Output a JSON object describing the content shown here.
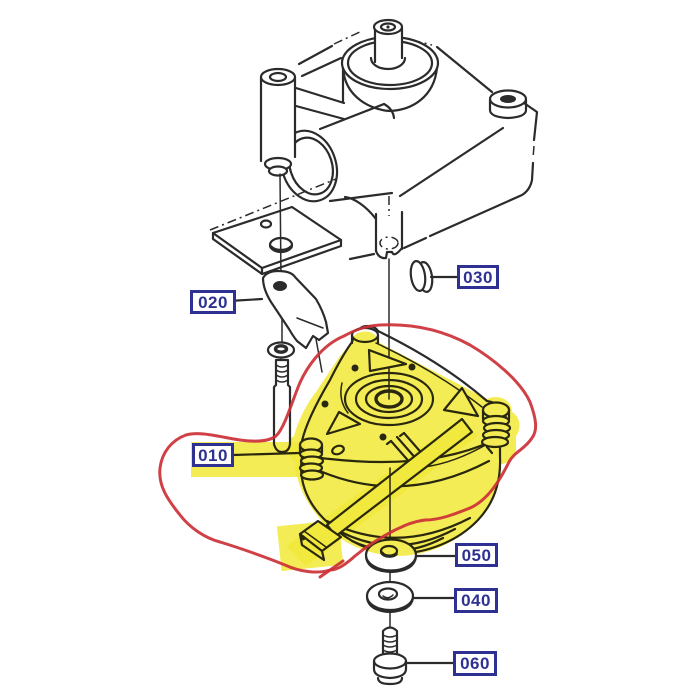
{
  "diagram": {
    "type": "exploded-parts-diagram",
    "subject": "gear-case and electromagnetic clutch exploded view",
    "labels": [
      {
        "id": "010",
        "text": "010",
        "part": "clutch-assembly",
        "highlighted": true
      },
      {
        "id": "020",
        "text": "020",
        "part": "bracket",
        "highlighted": false
      },
      {
        "id": "030",
        "text": "030",
        "part": "key-pin",
        "highlighted": false
      },
      {
        "id": "040",
        "text": "040",
        "part": "washer",
        "highlighted": false
      },
      {
        "id": "050",
        "text": "050",
        "part": "washer",
        "highlighted": false
      },
      {
        "id": "060",
        "text": "060",
        "part": "flange-bolt",
        "highlighted": false
      }
    ],
    "colors": {
      "background": "#ffffff",
      "line": "#2b2b2b",
      "label": "#2e3191",
      "highlight": "#f2e93c",
      "marker_outline": "#cc3137"
    }
  }
}
